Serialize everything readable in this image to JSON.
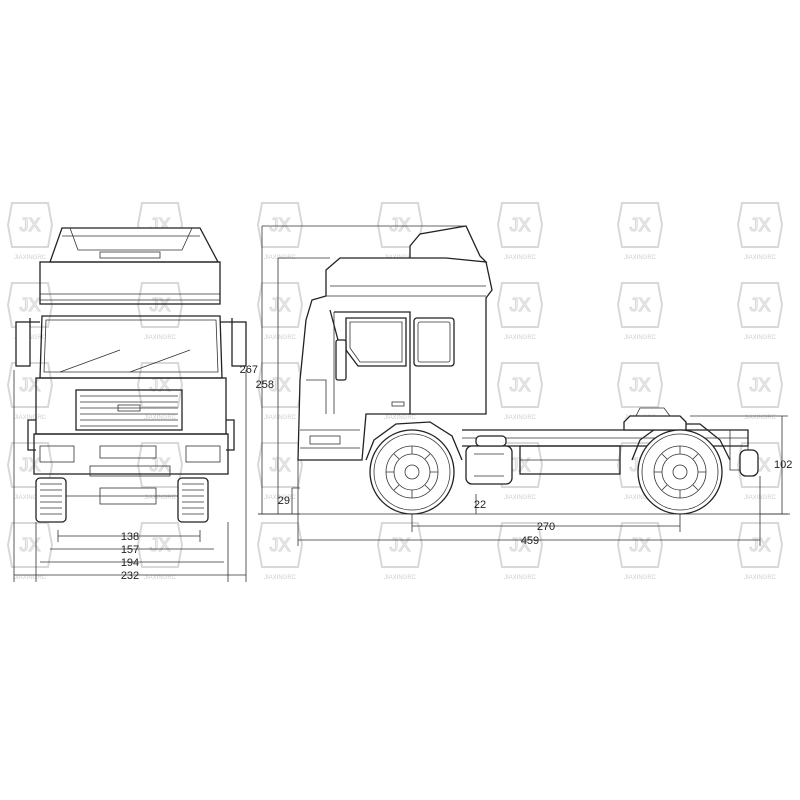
{
  "watermark": {
    "mark": "JX",
    "caption": "JIAXINGRC"
  },
  "front_view": {
    "dimensions": {
      "d1": "138",
      "d2": "157",
      "d3": "194",
      "d4": "232"
    }
  },
  "side_view": {
    "dimensions": {
      "overall_height": "267",
      "cab_height": "258",
      "ground_clearance": "29",
      "fuel_tank_clearance": "22",
      "fifth_wheel_height": "102",
      "wheelbase": "270",
      "overall_length": "459"
    }
  }
}
